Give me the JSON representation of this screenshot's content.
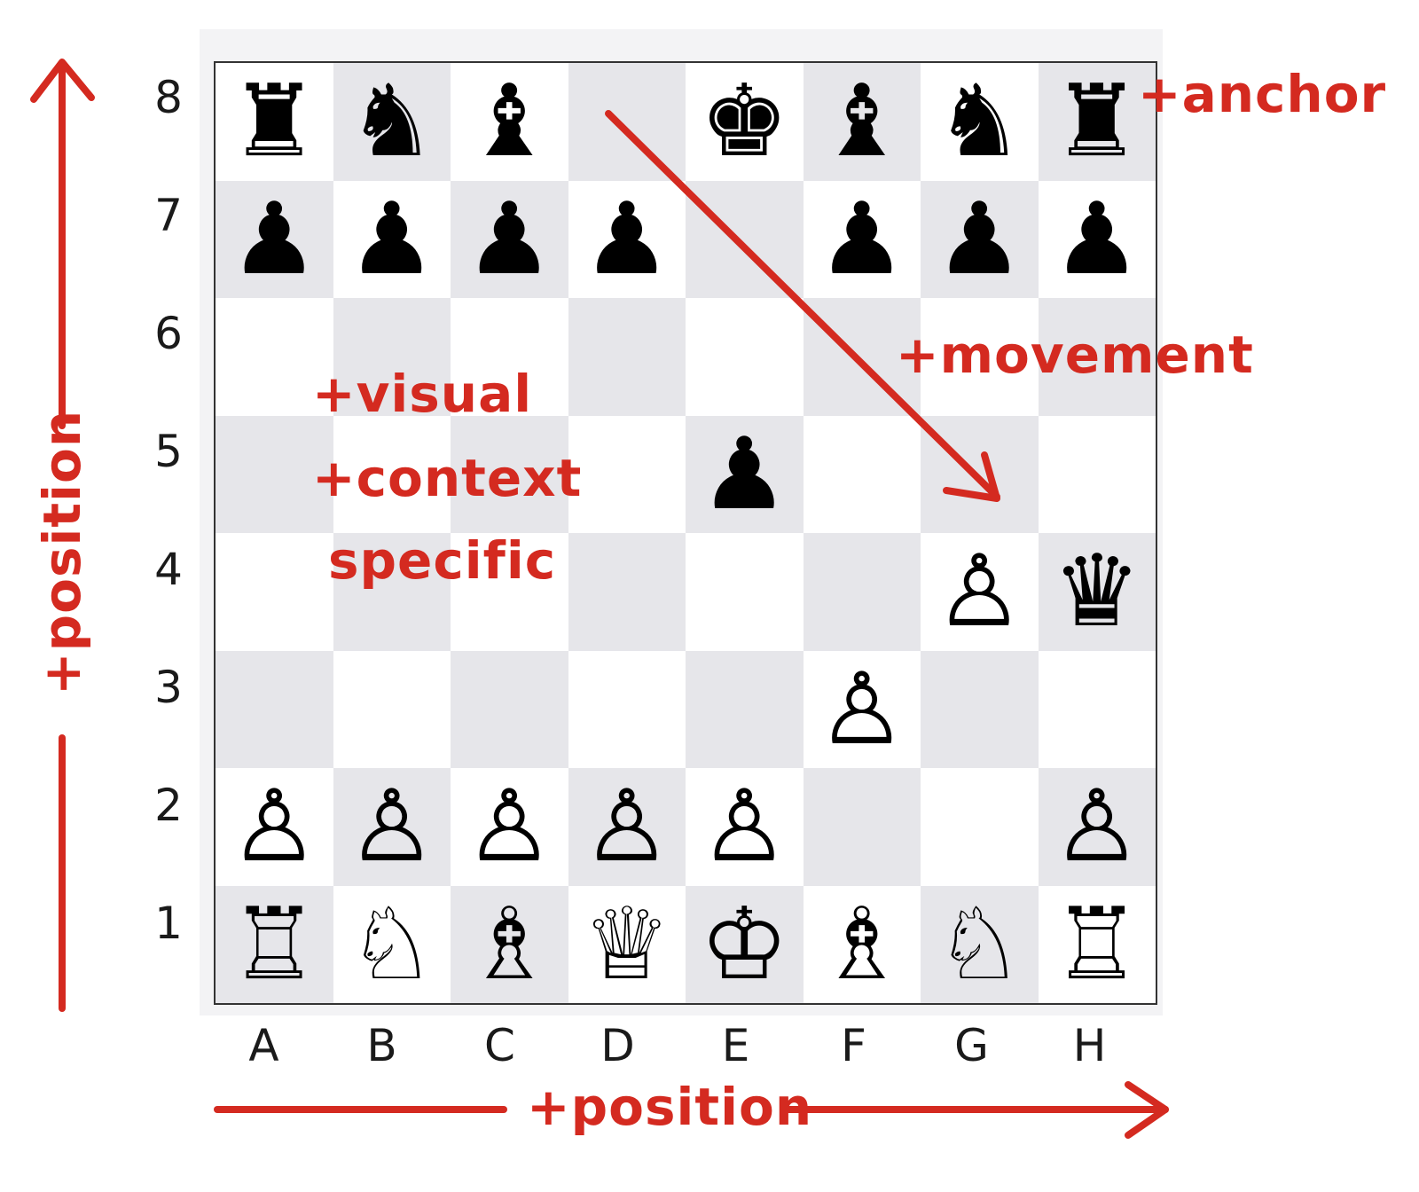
{
  "board": {
    "files": [
      "A",
      "B",
      "C",
      "D",
      "E",
      "F",
      "G",
      "H"
    ],
    "ranks": [
      "8",
      "7",
      "6",
      "5",
      "4",
      "3",
      "2",
      "1"
    ],
    "squares": [
      [
        "♜",
        "♞",
        "♝",
        "",
        "♚",
        "♝",
        "♞",
        "♜"
      ],
      [
        "♟",
        "♟",
        "♟",
        "♟",
        "",
        "♟",
        "♟",
        "♟"
      ],
      [
        "",
        "",
        "",
        "",
        "",
        "",
        "",
        ""
      ],
      [
        "",
        "",
        "",
        "",
        "♟",
        "",
        "",
        ""
      ],
      [
        "",
        "",
        "",
        "",
        "",
        "",
        "♙",
        "♛"
      ],
      [
        "",
        "",
        "",
        "",
        "",
        "♙",
        "",
        ""
      ],
      [
        "♙",
        "♙",
        "♙",
        "♙",
        "♙",
        "",
        "",
        "♙"
      ],
      [
        "♖",
        "♘",
        "♗",
        "♕",
        "♔",
        "♗",
        "♘",
        "♖"
      ]
    ],
    "light_color": "#ffffff",
    "dark_color": "#e6e6ea"
  },
  "annotations": {
    "anchor": "+anchor",
    "movement": "+movement",
    "visual": "+visual",
    "context": "+context",
    "specific": "specific",
    "position_vertical": "+position",
    "position_horizontal": "+position",
    "color": "#d42a20"
  }
}
